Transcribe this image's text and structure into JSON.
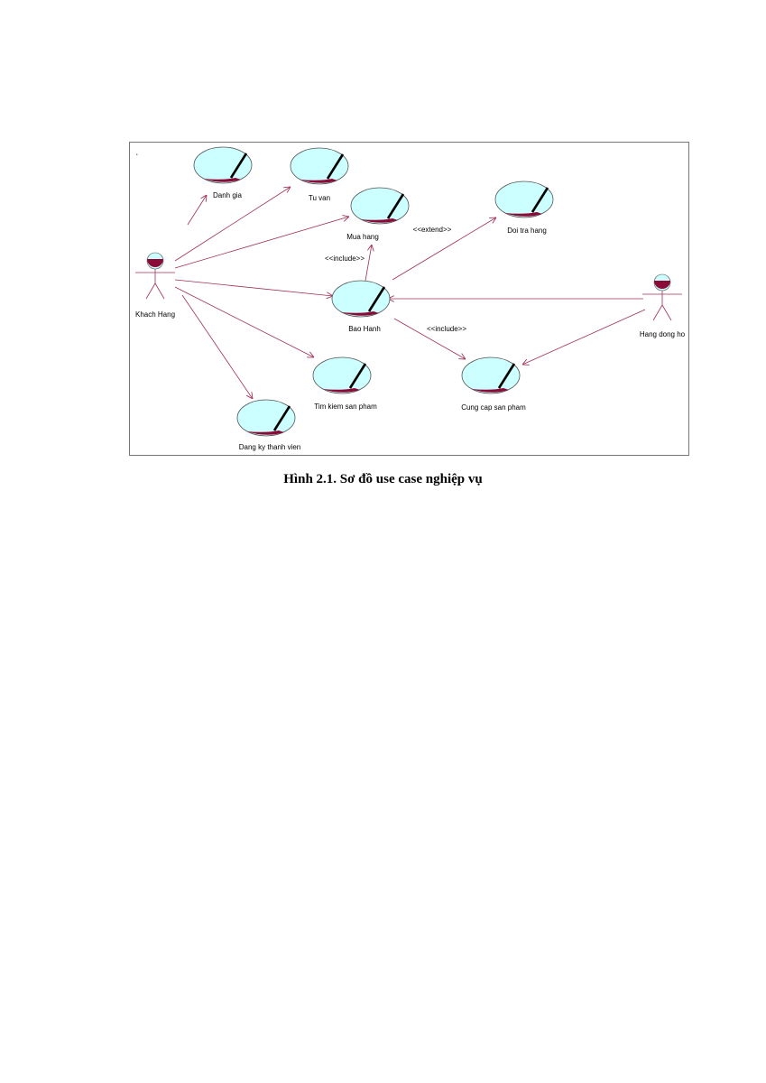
{
  "diagram": {
    "actors": [
      {
        "id": "khach_hang",
        "label": "Khach Hang"
      },
      {
        "id": "hang_dong_ho",
        "label": "Hang dong ho"
      }
    ],
    "use_cases": [
      {
        "id": "danh_gia",
        "label": "Danh gia"
      },
      {
        "id": "tu_van",
        "label": "Tu van"
      },
      {
        "id": "mua_hang",
        "label": "Mua hang"
      },
      {
        "id": "doi_tra_hang",
        "label": "Doi tra hang"
      },
      {
        "id": "bao_hanh",
        "label": "Bao Hanh"
      },
      {
        "id": "tim_kiem_san_pham",
        "label": "Tim kiem san pham"
      },
      {
        "id": "cung_cap_san_pham",
        "label": "Cung cap san pham"
      },
      {
        "id": "dang_ky_thanh_vien",
        "label": "Dang ky thanh vien"
      }
    ],
    "relations": [
      {
        "from": "khach_hang",
        "to": "danh_gia",
        "label": ""
      },
      {
        "from": "khach_hang",
        "to": "tu_van",
        "label": ""
      },
      {
        "from": "khach_hang",
        "to": "mua_hang",
        "label": ""
      },
      {
        "from": "khach_hang",
        "to": "bao_hanh",
        "label": ""
      },
      {
        "from": "khach_hang",
        "to": "tim_kiem_san_pham",
        "label": ""
      },
      {
        "from": "khach_hang",
        "to": "dang_ky_thanh_vien",
        "label": ""
      },
      {
        "from": "bao_hanh",
        "to": "mua_hang",
        "label": "<<include>>"
      },
      {
        "from": "bao_hanh",
        "to": "doi_tra_hang",
        "label": "<<extend>>"
      },
      {
        "from": "bao_hanh",
        "to": "cung_cap_san_pham",
        "label": "<<include>>"
      },
      {
        "from": "hang_dong_ho",
        "to": "bao_hanh",
        "label": ""
      },
      {
        "from": "hang_dong_ho",
        "to": "cung_cap_san_pham",
        "label": ""
      }
    ],
    "colors": {
      "use_case_fill": "#ccffff",
      "actor_head": "#8b0a36",
      "line": "#a0305a",
      "border": "#777777"
    }
  },
  "caption": "Hình 2.1. Sơ đồ use case nghiệp vụ"
}
